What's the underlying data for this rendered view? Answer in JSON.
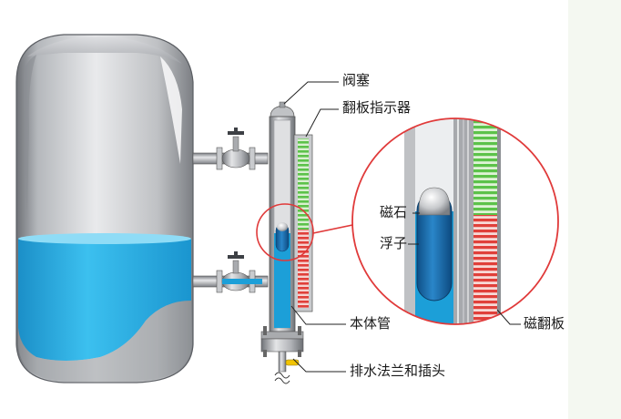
{
  "labels": {
    "valve_plug": "阀塞",
    "flap_indicator": "翻板指示器",
    "magnet": "磁石",
    "float": "浮子",
    "body_tube": "本体管",
    "drain_flange": "排水法兰和插头",
    "magnetic_flap": "磁翻板"
  },
  "colors": {
    "water": "#1c9fd8",
    "indicator_green": "#5cc24a",
    "indicator_red": "#e0403a",
    "callout_circle": "#e03a3a",
    "valve_handle": "#f2c400"
  }
}
